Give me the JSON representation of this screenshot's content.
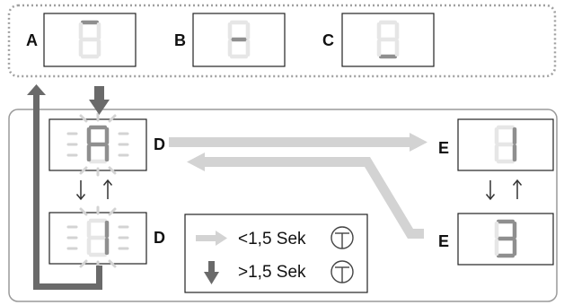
{
  "labels": {
    "a": "A",
    "b": "B",
    "c": "C",
    "d_top": "D",
    "d_bottom": "D",
    "e_top": "E",
    "e_bottom": "E"
  },
  "displays": {
    "a": "segment a lit",
    "b": "segment g lit",
    "c": "segment d lit",
    "d_top": "A",
    "d_bottom": "1",
    "e_top": "1",
    "e_bottom": "3"
  },
  "legend": {
    "short_press": "<1,5 Sek",
    "long_press": ">1,5 Sek",
    "button_icon": "T-button-icon"
  },
  "colors": {
    "segment_on": "#8f8f8f",
    "segment_off": "#e6e6e6",
    "arrow_light": "#d3d3d3",
    "arrow_dark": "#6a6a6a",
    "frame": "#999999",
    "text": "#111111"
  }
}
